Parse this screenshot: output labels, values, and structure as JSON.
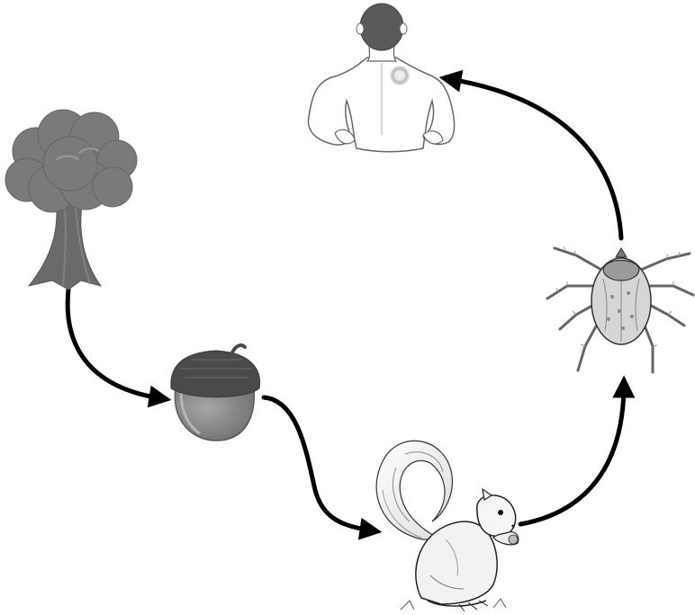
{
  "diagram": {
    "nodes": [
      {
        "id": "oak-tree",
        "icon": "oak-tree-icon"
      },
      {
        "id": "acorn",
        "icon": "acorn-icon"
      },
      {
        "id": "squirrel",
        "icon": "squirrel-icon"
      },
      {
        "id": "tick",
        "icon": "tick-icon"
      },
      {
        "id": "human",
        "icon": "human-with-bite-rash-icon"
      }
    ],
    "edges": [
      {
        "from": "oak-tree",
        "to": "acorn"
      },
      {
        "from": "acorn",
        "to": "squirrel"
      },
      {
        "from": "squirrel",
        "to": "tick"
      },
      {
        "from": "tick",
        "to": "human"
      }
    ]
  },
  "colors": {
    "arrow": "#000000",
    "tree_canopy": "#7a7a7a",
    "tree_trunk": "#6a6a6a",
    "acorn_cap": "#4a4a4a",
    "acorn_nut": "#8c8c8c",
    "rash": "#c9c9c9"
  }
}
